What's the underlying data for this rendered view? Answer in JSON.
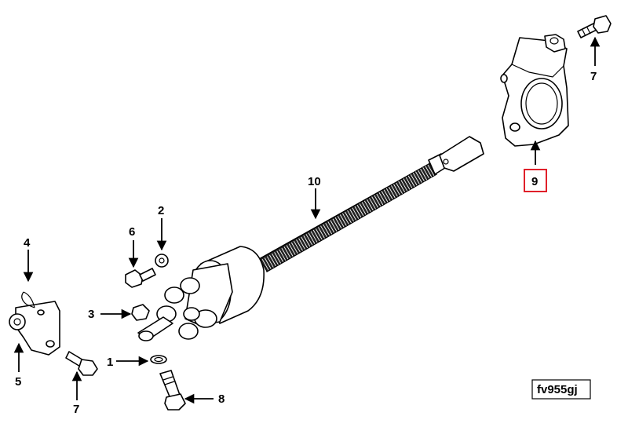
{
  "callouts": {
    "c1": "1",
    "c2": "2",
    "c3": "3",
    "c4": "4",
    "c5": "5",
    "c6": "6",
    "c7_top": "7",
    "c7_bottom": "7",
    "c8": "8",
    "c9": "9",
    "c10": "10"
  },
  "highlighted_callout": "9",
  "highlight_color": "#e0202a",
  "reference_code": "fv955gj"
}
